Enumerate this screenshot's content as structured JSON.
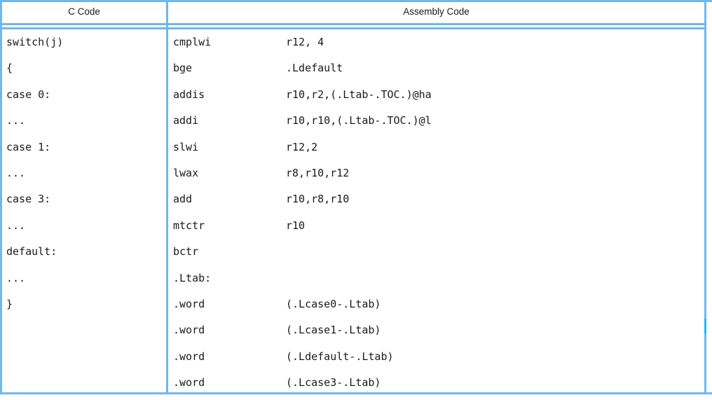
{
  "table": {
    "border_color": "#6eb8f0",
    "accent_color": "#1fb6ff",
    "text_color": "#1a1a1a",
    "headers": {
      "c_code": "C Code",
      "assembly_code": "Assembly Code"
    },
    "rows": [
      {
        "c": "switch(j)",
        "mnemonic": "cmplwi",
        "operand": "r12, 4"
      },
      {
        "c": "{",
        "mnemonic": "bge",
        "operand": ".Ldefault"
      },
      {
        "c": "case 0:",
        "mnemonic": "addis",
        "operand": "r10,r2,(.Ltab-.TOC.)@ha"
      },
      {
        "c": "...",
        "mnemonic": "addi",
        "operand": "r10,r10,(.Ltab-.TOC.)@l"
      },
      {
        "c": "case 1:",
        "mnemonic": "slwi",
        "operand": "r12,2"
      },
      {
        "c": "...",
        "mnemonic": "lwax",
        "operand": "r8,r10,r12"
      },
      {
        "c": "case 3:",
        "mnemonic": "add",
        "operand": "r10,r8,r10"
      },
      {
        "c": "...",
        "mnemonic": "mtctr",
        "operand": "r10"
      },
      {
        "c": "default:",
        "mnemonic": "bctr",
        "operand": ""
      },
      {
        "c": "...",
        "mnemonic": ".Ltab:",
        "operand": ""
      },
      {
        "c": "}",
        "mnemonic": ".word",
        "operand": "(.Lcase0-.Ltab)"
      },
      {
        "c": "",
        "mnemonic": ".word",
        "operand": "(.Lcase1-.Ltab)"
      },
      {
        "c": "",
        "mnemonic": ".word",
        "operand": "(.Ldefault-.Ltab)"
      },
      {
        "c": "",
        "mnemonic": ".word",
        "operand": "(.Lcase3-.Ltab)"
      }
    ]
  }
}
